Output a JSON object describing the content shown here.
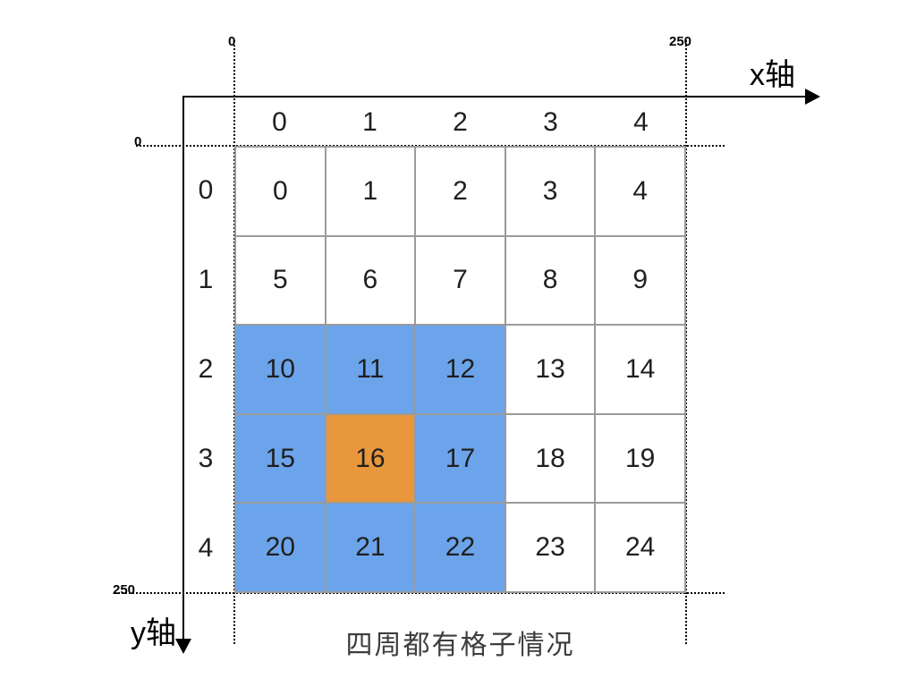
{
  "axes": {
    "x_label": "x轴",
    "y_label": "y轴",
    "x_tick_min": "0",
    "x_tick_max": "250",
    "y_tick_min": "0",
    "y_tick_max": "250"
  },
  "grid": {
    "col_labels": [
      "0",
      "1",
      "2",
      "3",
      "4"
    ],
    "row_labels": [
      "0",
      "1",
      "2",
      "3",
      "4"
    ],
    "values": [
      0,
      1,
      2,
      3,
      4,
      5,
      6,
      7,
      8,
      9,
      10,
      11,
      12,
      13,
      14,
      15,
      16,
      17,
      18,
      19,
      20,
      21,
      22,
      23,
      24
    ],
    "blue_cells": [
      10,
      11,
      12,
      15,
      17,
      20,
      21,
      22
    ],
    "orange_cells": [
      16
    ]
  },
  "colors": {
    "blue": "#6CA4EB",
    "orange": "#E8973D",
    "grid_line": "#9a9a9a"
  },
  "caption": "四周都有格子情况"
}
